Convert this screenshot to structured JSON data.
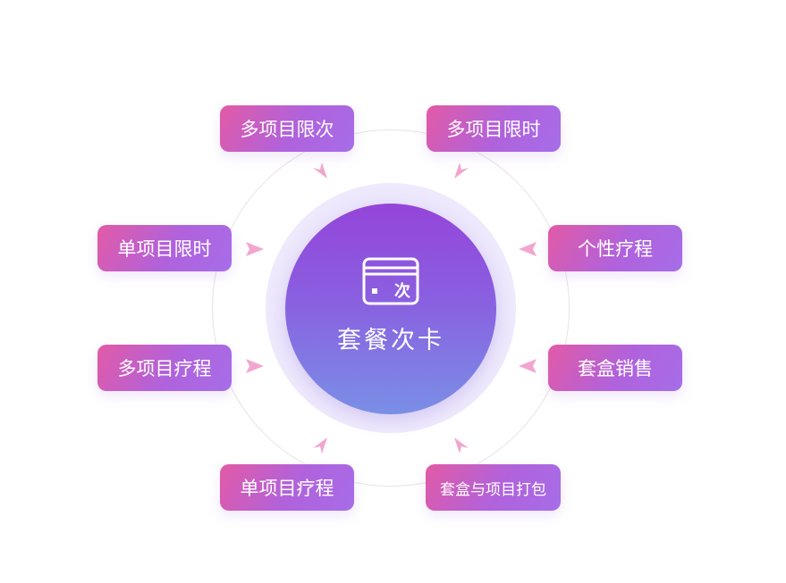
{
  "center": {
    "title": "套餐次卡",
    "icon": "card-icon",
    "icon_glyph": "次"
  },
  "nodes": [
    {
      "label": "多项目限次",
      "position": "top-left"
    },
    {
      "label": "多项目限时",
      "position": "top-right"
    },
    {
      "label": "单项目限时",
      "position": "mid-left-upper"
    },
    {
      "label": "个性疗程",
      "position": "mid-right-upper"
    },
    {
      "label": "多项目疗程",
      "position": "mid-left-lower"
    },
    {
      "label": "套盒销售",
      "position": "mid-right-lower"
    },
    {
      "label": "单项目疗程",
      "position": "bottom-left"
    },
    {
      "label": "套盒与项目打包",
      "position": "bottom-right"
    }
  ],
  "colors": {
    "node_gradient_start": "#e25aa6",
    "node_gradient_end": "#a66de8",
    "core_top": "#9445d9",
    "core_bottom": "#7a8fe6",
    "arrow": "#f2a6cf",
    "orbit": "#e6e3ea"
  }
}
